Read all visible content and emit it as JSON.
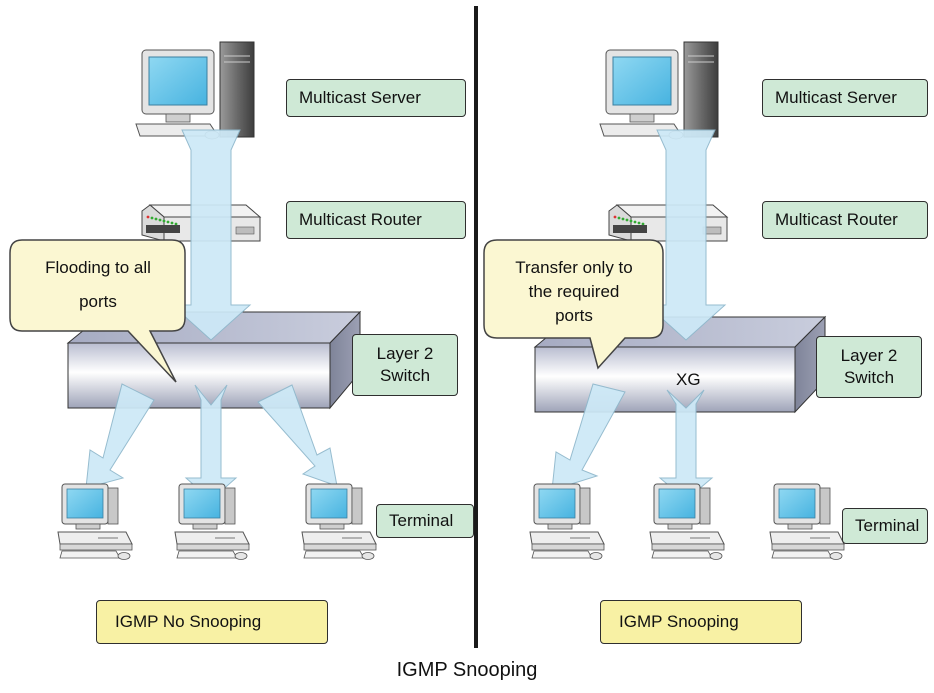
{
  "left_panel": {
    "server_label": "Multicast Server",
    "router_label": "Multicast Router",
    "switch_label_line1": "Layer 2",
    "switch_label_line2": "Switch",
    "terminal_label": "Terminal",
    "callout_line1": "Flooding to all",
    "callout_line2": "ports",
    "mode_label": "IGMP No Snooping"
  },
  "right_panel": {
    "server_label": "Multicast Server",
    "router_label": "Multicast Router",
    "switch_label_line1": "Layer 2",
    "switch_label_line2": "Switch",
    "switch_text": "XG",
    "terminal_label": "Terminal",
    "callout_line1": "Transfer only to",
    "callout_line2": "the required",
    "callout_line3": "ports",
    "mode_label": "IGMP Snooping"
  },
  "caption": "IGMP Snooping",
  "colors": {
    "label_green": "#cfe9d6",
    "label_yellow": "#f8f1a4",
    "callout_fill": "#fbf7d2",
    "arrow_fill": "#cde9f7",
    "screen_blue": "#6dc7ea"
  }
}
